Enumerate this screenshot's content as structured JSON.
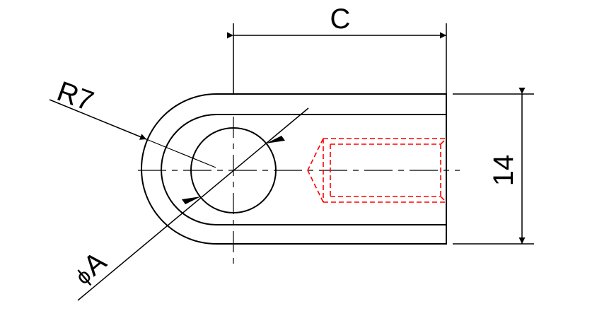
{
  "labels": {
    "width_dim": "C",
    "height_dim": "14",
    "radius_dim": "R7",
    "hole_phi": "ϕ",
    "hole_dim": "A"
  },
  "colors": {
    "line": "#000000",
    "hidden_thread": "#ff0000",
    "background": "#ffffff"
  }
}
